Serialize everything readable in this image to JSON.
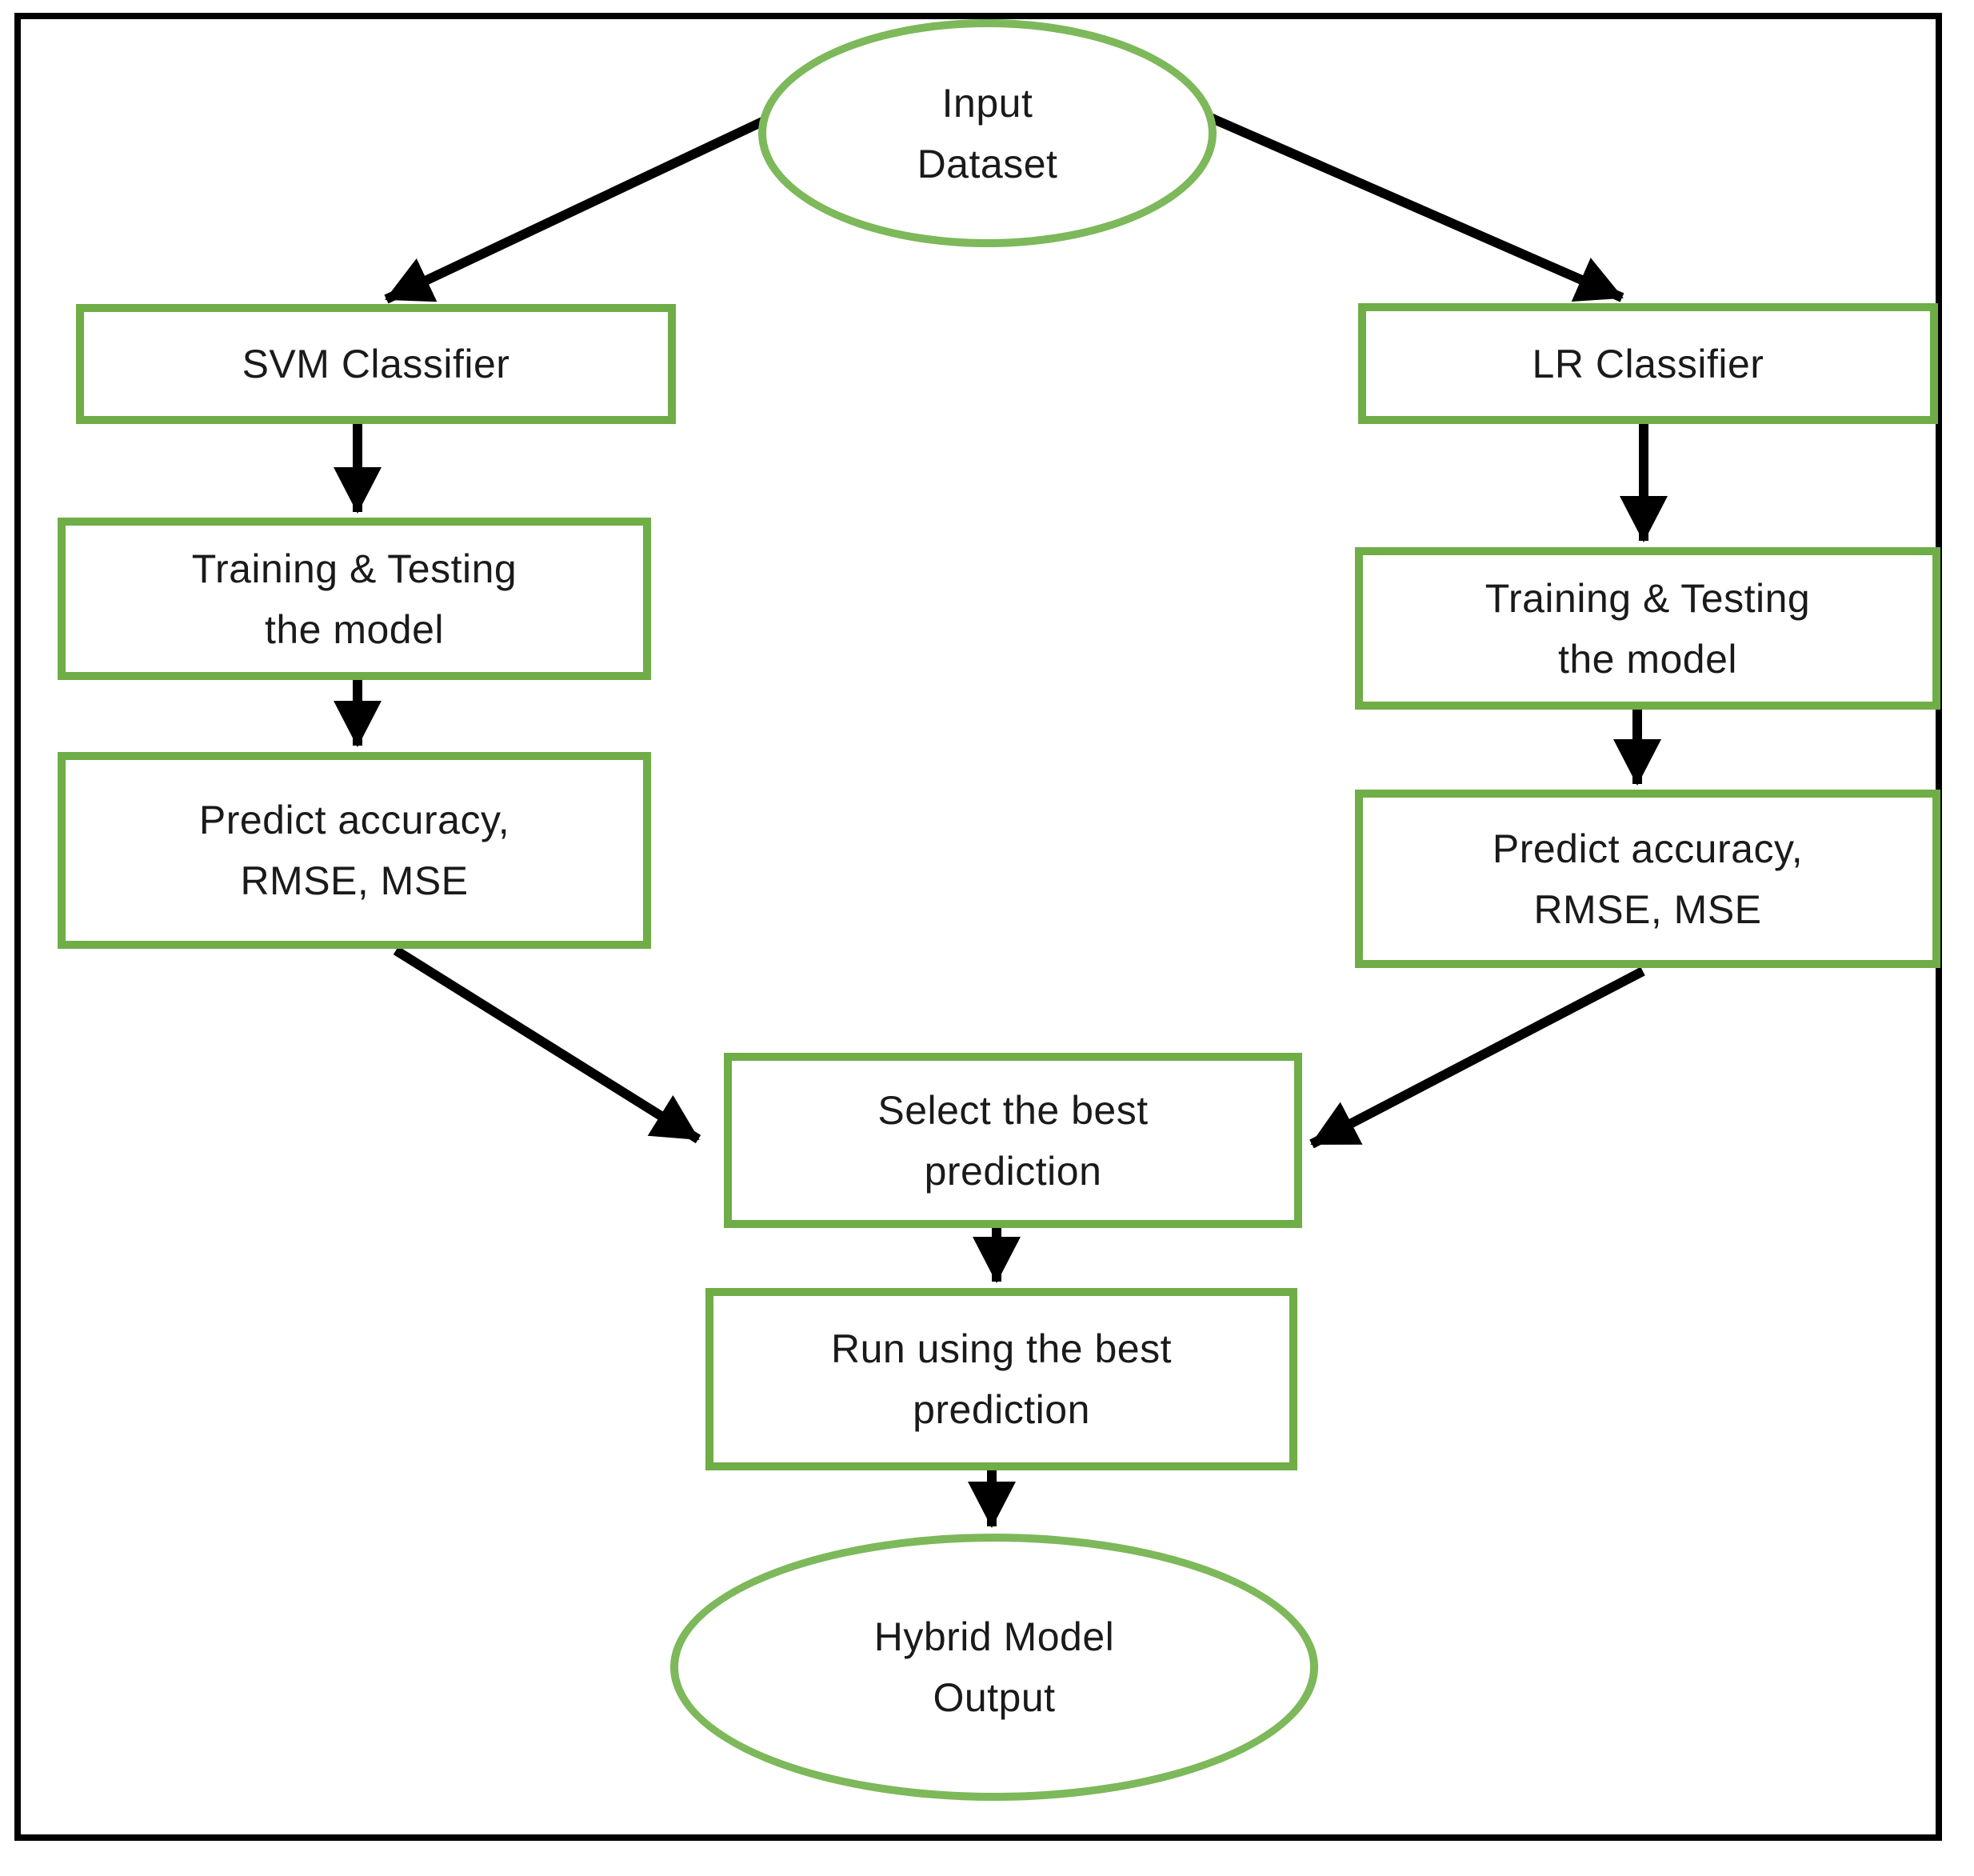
{
  "diagram": {
    "nodes": {
      "input_dataset": {
        "shape": "ellipse",
        "label": "Input\nDataset"
      },
      "svm_classifier": {
        "shape": "rect",
        "label": "SVM Classifier"
      },
      "lr_classifier": {
        "shape": "rect",
        "label": "LR Classifier"
      },
      "svm_training": {
        "shape": "rect",
        "label": "Training & Testing\nthe model"
      },
      "lr_training": {
        "shape": "rect",
        "label": "Training & Testing\nthe model"
      },
      "svm_predict": {
        "shape": "rect",
        "label": "Predict accuracy,\nRMSE, MSE"
      },
      "lr_predict": {
        "shape": "rect",
        "label": "Predict accuracy,\nRMSE, MSE"
      },
      "select_best": {
        "shape": "rect",
        "label": "Select the best\nprediction"
      },
      "run_best": {
        "shape": "rect",
        "label": "Run using the best\nprediction"
      },
      "hybrid_output": {
        "shape": "ellipse",
        "label": "Hybrid Model\nOutput"
      }
    },
    "edges": [
      {
        "from": "input_dataset",
        "to": "svm_classifier"
      },
      {
        "from": "input_dataset",
        "to": "lr_classifier"
      },
      {
        "from": "svm_classifier",
        "to": "svm_training"
      },
      {
        "from": "svm_training",
        "to": "svm_predict"
      },
      {
        "from": "lr_classifier",
        "to": "lr_training"
      },
      {
        "from": "lr_training",
        "to": "lr_predict"
      },
      {
        "from": "svm_predict",
        "to": "select_best"
      },
      {
        "from": "lr_predict",
        "to": "select_best"
      },
      {
        "from": "select_best",
        "to": "run_best"
      },
      {
        "from": "run_best",
        "to": "hybrid_output"
      }
    ],
    "colors": {
      "box_border": "#6FAD47",
      "ellipse_border": "#7DB85A",
      "arrow": "#000000",
      "outer_border": "#000000",
      "background": "#FFFFFF",
      "text": "#1A1A1A"
    }
  }
}
